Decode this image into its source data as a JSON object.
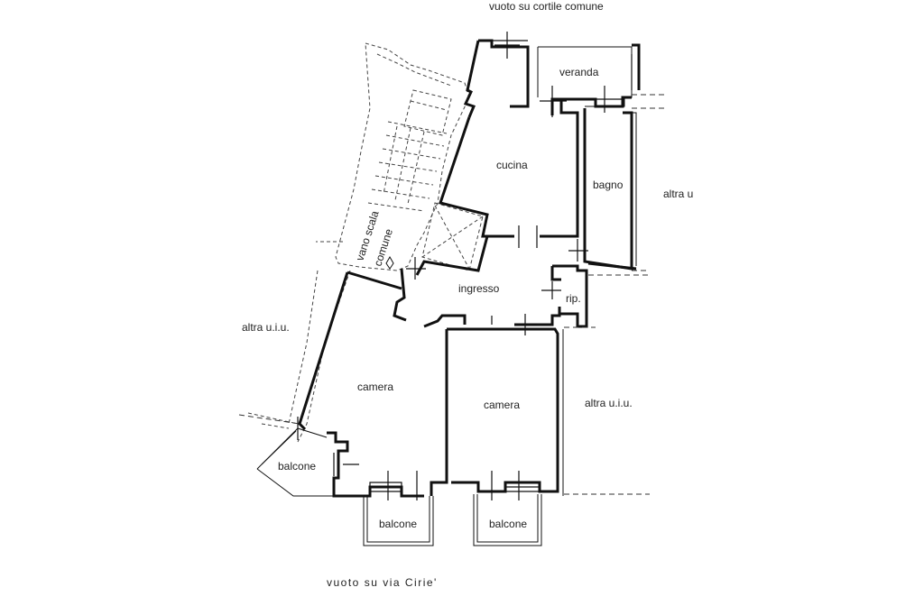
{
  "labels": {
    "top": "vuoto su cortile comune",
    "bottom": "vuoto su via Cirie'",
    "veranda": "veranda",
    "cucina": "cucina",
    "bagno": "bagno",
    "altra_right_top": "altra u",
    "vano_scala": "vano scala",
    "comune": "comune",
    "ingresso": "ingresso",
    "rip": "rip.",
    "altra_left": "altra u.i.u.",
    "altra_right": "altra u.i.u.",
    "camera_left": "camera",
    "camera_right": "camera",
    "balcone_left": "balcone",
    "balcone_mid": "balcone",
    "balcone_right": "balcone"
  }
}
